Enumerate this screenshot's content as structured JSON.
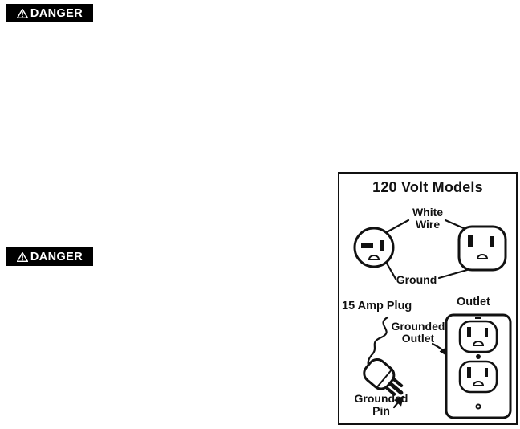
{
  "page": {
    "background": "#ffffff"
  },
  "colors": {
    "ink": "#111111",
    "badge_bg": "#000000",
    "badge_text": "#ffffff"
  },
  "danger_badges": {
    "top": {
      "label": "DANGER",
      "icon": "warning-triangle-icon"
    },
    "middle": {
      "label": "DANGER",
      "icon": "warning-triangle-icon"
    }
  },
  "diagram": {
    "title": "120 Volt Models",
    "labels": {
      "white_wire_line1": "White",
      "white_wire_line2": "Wire",
      "ground": "Ground",
      "amp_plug": "15 Amp Plug",
      "outlet": "Outlet",
      "grounded_outlet_line1": "Grounded",
      "grounded_outlet_line2": "Outlet",
      "grounded_pin_line1": "Grounded",
      "grounded_pin_line2": "Pin"
    }
  }
}
